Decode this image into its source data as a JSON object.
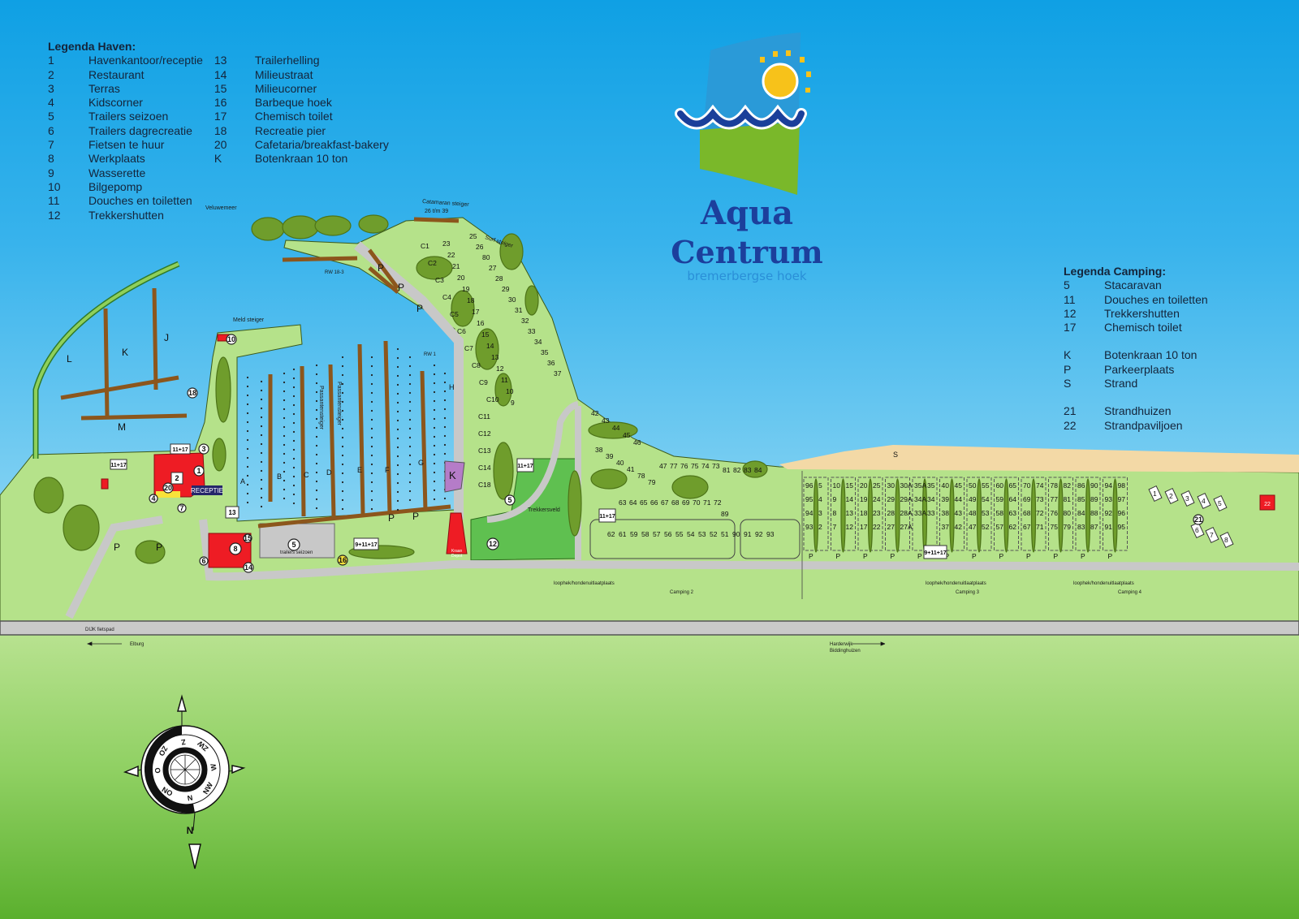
{
  "logo": {
    "line1": "Aqua",
    "line2": "Centrum",
    "tagline": "bremerbergse hoek"
  },
  "legend_haven": {
    "title": "Legenda Haven:",
    "col1": [
      {
        "key": "1",
        "label": "Havenkantoor/receptie"
      },
      {
        "key": "2",
        "label": "Restaurant"
      },
      {
        "key": "3",
        "label": "Terras"
      },
      {
        "key": "4",
        "label": "Kidscorner"
      },
      {
        "key": "5",
        "label": "Trailers seizoen"
      },
      {
        "key": "6",
        "label": "Trailers dagrecreatie"
      },
      {
        "key": "7",
        "label": "Fietsen te huur"
      },
      {
        "key": "8",
        "label": "Werkplaats"
      },
      {
        "key": "9",
        "label": "Wasserette"
      },
      {
        "key": "10",
        "label": "Bilgepomp"
      },
      {
        "key": "11",
        "label": "Douches en toiletten"
      },
      {
        "key": "12",
        "label": "Trekkershutten"
      }
    ],
    "col2": [
      {
        "key": "13",
        "label": "Trailerhelling"
      },
      {
        "key": "14",
        "label": "Milieustraat"
      },
      {
        "key": "15",
        "label": "Milieucorner"
      },
      {
        "key": "16",
        "label": "Barbeque hoek"
      },
      {
        "key": "17",
        "label": "Chemisch toilet"
      },
      {
        "key": "18",
        "label": "Recreatie pier"
      },
      {
        "key": "20",
        "label": "Cafetaria/breakfast-bakery"
      },
      {
        "key": "K",
        "label": "Botenkraan 10 ton"
      }
    ]
  },
  "legend_camping": {
    "title": "Legenda Camping:",
    "groups": [
      [
        {
          "key": "5",
          "label": "Stacaravan"
        },
        {
          "key": "11",
          "label": "Douches en toiletten"
        },
        {
          "key": "12",
          "label": "Trekkershutten"
        },
        {
          "key": "17",
          "label": "Chemisch toilet"
        }
      ],
      [
        {
          "key": "K",
          "label": "Botenkraan 10 ton"
        },
        {
          "key": "P",
          "label": "Parkeerplaats"
        },
        {
          "key": "S",
          "label": "Strand"
        }
      ],
      [
        {
          "key": "21",
          "label": "Strandhuizen"
        },
        {
          "key": "22",
          "label": "Strandpaviljoen"
        }
      ]
    ]
  },
  "map": {
    "veluwemeer": "Veluwemeer",
    "catamaran_1": "Catamaran steiger",
    "catamaran_2": "26 t/m 39",
    "surf_steiger": "Surf steiger",
    "meld_steiger": "Meld steiger",
    "rw_18_3": "RW 18-3",
    "rw_1": "RW 1",
    "passanten_1": "Passantensteiger",
    "passanten_2": "Passantensteiger",
    "receptie": "RECEPTIE",
    "trailers_seizoen": "trailers seizoen",
    "trekkersveld": "Trekkersveld",
    "kraan_1": "Kraan",
    "kraan_2": "Depot",
    "loophek_1": "loophek/hondenuitlaatplaats",
    "loophek_2": "loophek/hondenuitlaatplaats",
    "loophek_3": "loophek/hondenuitlaatplaats",
    "camping_2": "Camping 2",
    "camping_3": "Camping 3",
    "camping_4": "Camping 4",
    "dijk": "DIJK fietspad",
    "elburg": "Elburg",
    "harderwijk": "Harderwijk",
    "biddinghuizen": "Biddinghuizen",
    "letters": {
      "L": "L",
      "K1": "K",
      "J": "J",
      "M": "M",
      "A": "A",
      "B": "B",
      "C": "C",
      "D": "D",
      "E": "E",
      "F": "F",
      "G": "G",
      "H": "H",
      "K2": "K",
      "S": "S",
      "P": "P"
    },
    "badges": {
      "b1": "1",
      "b2": "2",
      "b3": "3",
      "b4": "4",
      "b5": "5",
      "b6": "6",
      "b7": "7",
      "b8": "8",
      "b10": "10",
      "b12": "12",
      "b13": "13",
      "b14": "14",
      "b15": "15",
      "b16": "16",
      "b18": "18",
      "b20": "20",
      "b21": "21",
      "b22": "22",
      "b5b": "5"
    },
    "boxes": {
      "t1": "11+17",
      "t2": "11+17",
      "t3": "9+11+17",
      "t4": "11+17",
      "t5": "9+11+17",
      "t6": "11+17"
    },
    "peninsula_pitches": {
      "c_labels": [
        "C1",
        "C2",
        "C3",
        "C4",
        "C5",
        "C6",
        "C7",
        "C8",
        "C9",
        "C10",
        "C11",
        "C12",
        "C13",
        "C14",
        "C18"
      ],
      "west_row": [
        "23",
        "22",
        "21",
        "20",
        "19",
        "18",
        "17",
        "16",
        "15",
        "14",
        "13",
        "12",
        "11",
        "10",
        "9"
      ],
      "east_row": [
        "25",
        "26",
        "80",
        "27",
        "28",
        "29",
        "30",
        "31",
        "32",
        "33",
        "34",
        "35",
        "36",
        "37"
      ]
    },
    "camping2": {
      "north_row": [
        "42",
        "43",
        "44",
        "45",
        "46"
      ],
      "west_row": [
        "38",
        "39",
        "40",
        "41",
        "78",
        "79"
      ],
      "dune_row": [
        "47",
        "77",
        "76",
        "75",
        "74",
        "73",
        "81",
        "82",
        "83",
        "84"
      ],
      "mid_row": [
        "63",
        "64",
        "65",
        "66",
        "67",
        "68",
        "69",
        "70",
        "71",
        "72"
      ],
      "south_row": [
        "62",
        "61",
        "59",
        "58",
        "57",
        "56",
        "55",
        "54",
        "53",
        "52",
        "51"
      ],
      "east_row": [
        "89",
        "90",
        "91",
        "92",
        "93"
      ]
    },
    "camping3_blocks": [
      {
        "left": [
          "96",
          "95",
          "94",
          "93"
        ],
        "right": [
          "5",
          "4",
          "3",
          "2"
        ]
      },
      {
        "left": [
          "10",
          "9",
          "8",
          "7"
        ],
        "right": [
          "15",
          "14",
          "13",
          "12"
        ]
      },
      {
        "left": [
          "20",
          "19",
          "18",
          "17"
        ],
        "right": [
          "25",
          "24",
          "23",
          "22"
        ]
      },
      {
        "left": [
          "30",
          "29",
          "28",
          "27"
        ],
        "right": [
          "30A",
          "29A",
          "28A",
          "27A"
        ]
      },
      {
        "left": [
          "35A",
          "34A",
          "33A",
          ""
        ],
        "right": [
          "35",
          "34",
          "33",
          ""
        ]
      },
      {
        "left": [
          "40",
          "39",
          "38",
          "37"
        ],
        "right": [
          "45",
          "44",
          "43",
          "42"
        ]
      },
      {
        "left": [
          "50",
          "49",
          "48",
          "47"
        ],
        "right": [
          "55",
          "54",
          "53",
          "52"
        ]
      },
      {
        "left": [
          "60",
          "59",
          "58",
          "57"
        ],
        "right": [
          "65",
          "64",
          "63",
          "62"
        ]
      },
      {
        "left": [
          "70",
          "69",
          "68",
          "67"
        ],
        "right": [
          "74",
          "73",
          "72",
          "71"
        ]
      },
      {
        "left": [
          "78",
          "77",
          "76",
          "75"
        ],
        "right": [
          "82",
          "81",
          "80",
          "79"
        ]
      },
      {
        "left": [
          "86",
          "85",
          "84",
          "83"
        ],
        "right": [
          "90",
          "89",
          "88",
          "87"
        ]
      },
      {
        "left": [
          "94",
          "93",
          "92",
          "91"
        ],
        "right": [
          "98",
          "97",
          "96",
          "95"
        ]
      }
    ],
    "strandhuizen": [
      "1",
      "2",
      "3",
      "4",
      "5",
      "6",
      "7",
      "8"
    ]
  },
  "compass": {
    "z1": "Z",
    "zw": "ZW",
    "w": "W",
    "nw": "NW",
    "n1": "N",
    "no": "NO",
    "o": "O",
    "zo": "ZO",
    "n_big": "N"
  },
  "colors": {
    "water": "#38b3ec",
    "land": "#b5e28a",
    "pier": "#8c561c",
    "building": "#ee1c24",
    "logo_blue": "#1c3f9c",
    "sun": "#f7c21a"
  }
}
